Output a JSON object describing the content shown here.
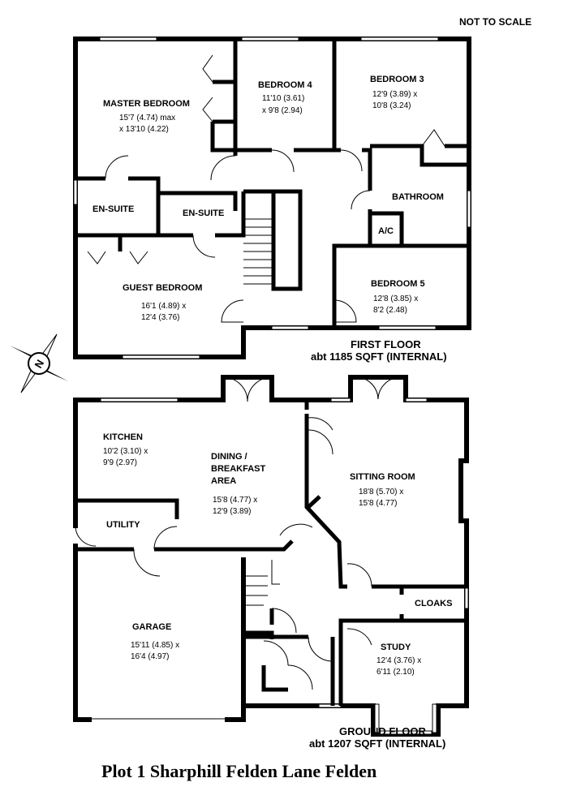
{
  "not_to_scale": "NOT TO SCALE",
  "compass_label": "N",
  "first_floor": {
    "label": "FIRST FLOOR",
    "area": "abt 1185 SQFT (INTERNAL)",
    "rooms": {
      "master": {
        "name": "MASTER BEDROOM",
        "dim1": "15'7 (4.74) max",
        "dim2": "x 13'10 (4.22)"
      },
      "bed4": {
        "name": "BEDROOM 4",
        "dim1": "11'10 (3.61)",
        "dim2": "x 9'8 (2.94)"
      },
      "bed3": {
        "name": "BEDROOM 3",
        "dim1": "12'9 (3.89) x",
        "dim2": "10'8 (3.24)"
      },
      "ensuite1": {
        "name": "EN-SUITE"
      },
      "ensuite2": {
        "name": "EN-SUITE"
      },
      "bathroom": {
        "name": "BATHROOM"
      },
      "ac": {
        "name": "A/C"
      },
      "guest": {
        "name": "GUEST BEDROOM",
        "dim1": "16'1 (4.89) x",
        "dim2": "12'4 (3.76)"
      },
      "bed5": {
        "name": "BEDROOM 5",
        "dim1": "12'8 (3.85) x",
        "dim2": "8'2 (2.48)"
      }
    }
  },
  "ground_floor": {
    "label": "GROUND FLOOR",
    "area": "abt 1207 SQFT (INTERNAL)",
    "rooms": {
      "kitchen": {
        "name": "KITCHEN",
        "dim1": "10'2 (3.10) x",
        "dim2": "9'9 (2.97)"
      },
      "dining": {
        "name1": "DINING /",
        "name2": "BREAKFAST",
        "name3": "AREA",
        "dim1": "15'8 (4.77) x",
        "dim2": "12'9 (3.89)"
      },
      "sitting": {
        "name": "SITTING ROOM",
        "dim1": "18'8 (5.70) x",
        "dim2": "15'8 (4.77)"
      },
      "utility": {
        "name": "UTILITY"
      },
      "garage": {
        "name": "GARAGE",
        "dim1": "15'11 (4.85) x",
        "dim2": "16'4 (4.97)"
      },
      "cloaks": {
        "name": "CLOAKS"
      },
      "study": {
        "name": "STUDY",
        "dim1": "12'4 (3.76) x",
        "dim2": "6'11 (2.10)"
      }
    }
  },
  "title": "Plot 1 Sharphill  Felden Lane  Felden"
}
